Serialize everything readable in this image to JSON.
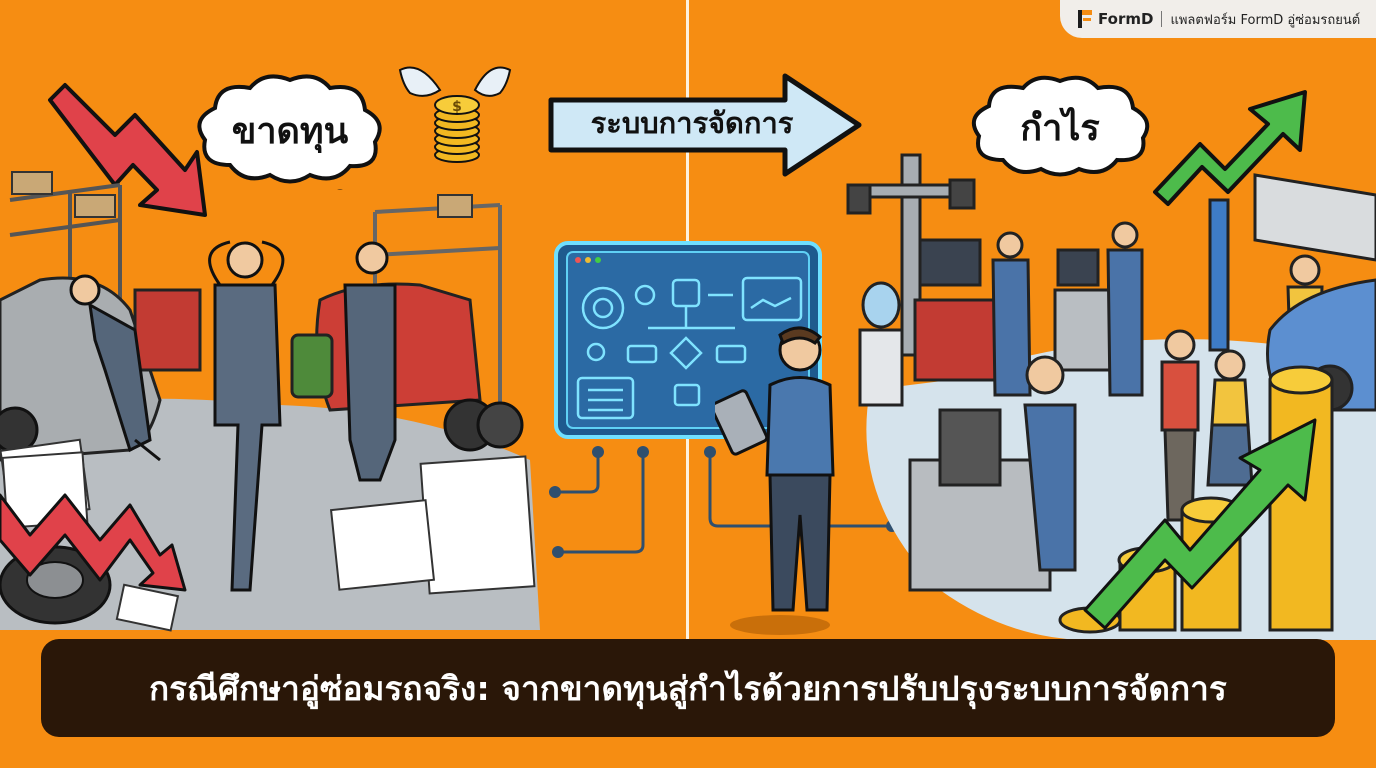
{
  "brand": {
    "name": "FormD",
    "tagline": "แพลตฟอร์ม FormD อู่ซ่อมรถยนต์",
    "accent_color": "#F68D12"
  },
  "illustration": {
    "background_color": "#F68D12",
    "left_panel": {
      "thought_bubble": "ขาดทุน",
      "theme": "loss",
      "trend_color": "#E0424A"
    },
    "center": {
      "arrow_label": "ระบบการจัดการ",
      "arrow_color": "#CFE8F6"
    },
    "right_panel": {
      "thought_bubble": "กำไร",
      "theme": "profit",
      "trend_color": "#4DBB4B"
    }
  },
  "banner": {
    "title": "กรณีศึกษาอู่ซ่อมรถจริง: จากขาดทุนสู่กำไรด้วยการปรับปรุงระบบการจัดการ",
    "background_color": "#2A1708"
  }
}
